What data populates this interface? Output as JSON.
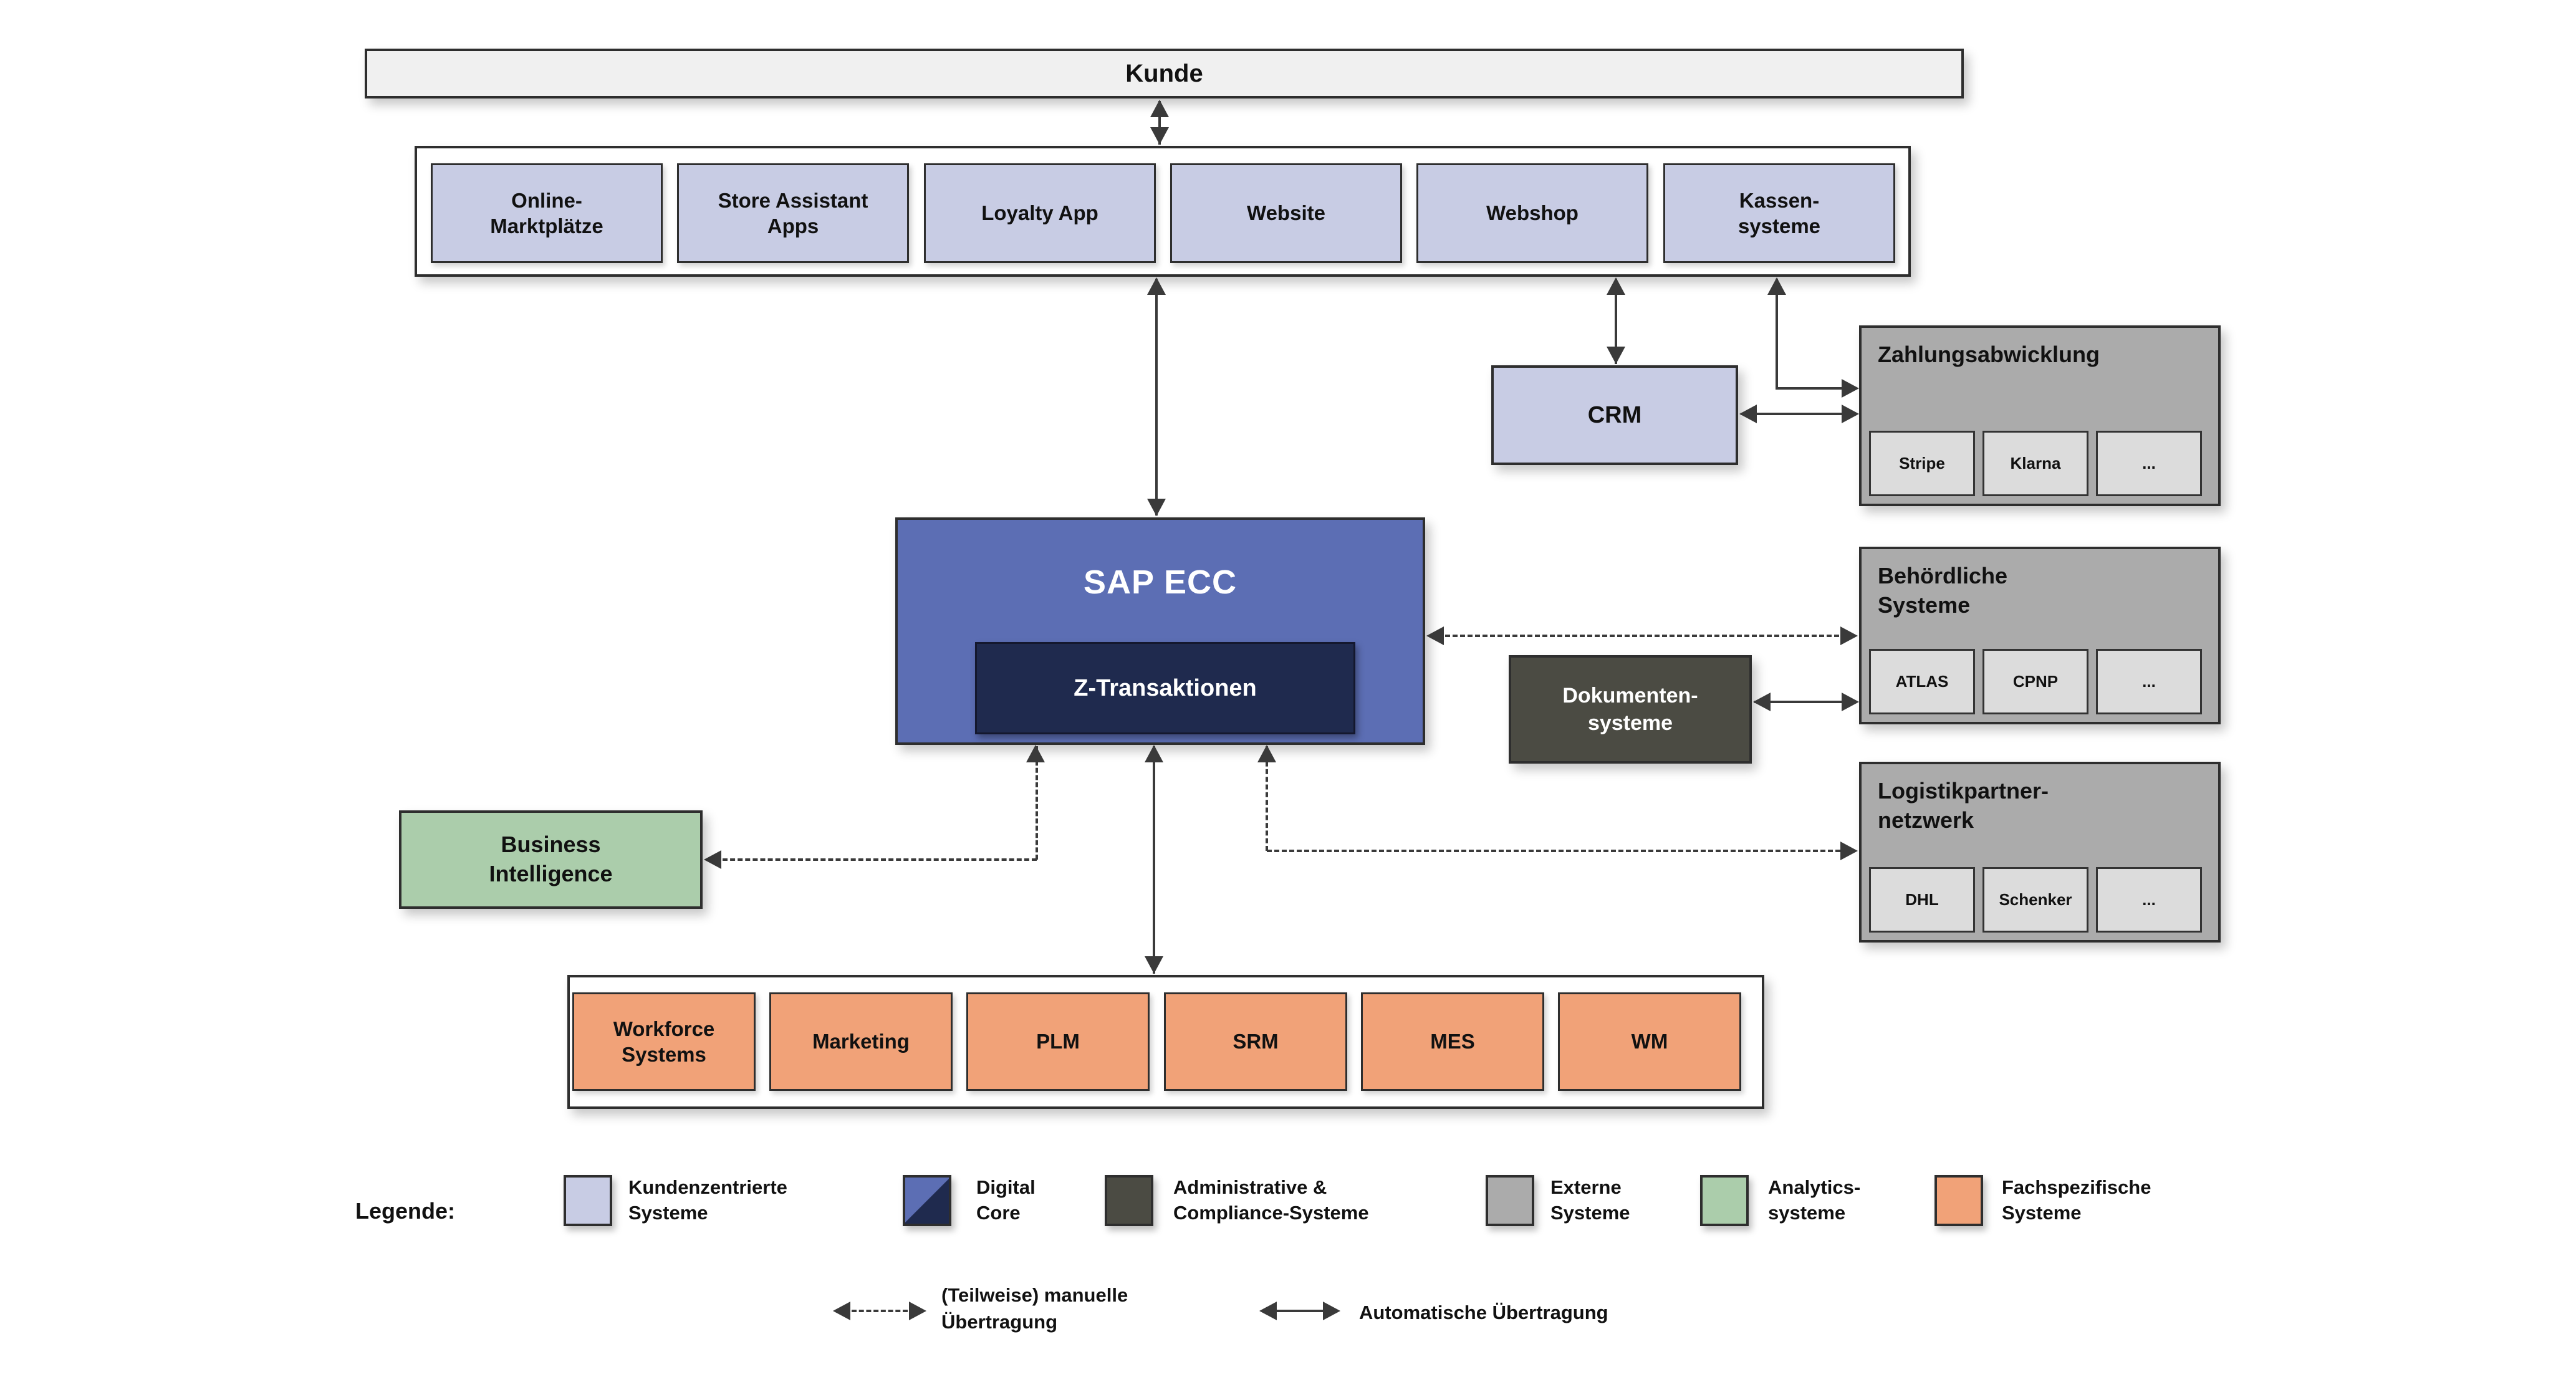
{
  "colors": {
    "line": "#3a3a3a",
    "border": "#2e2e2e",
    "kunde-bar": "#f0f0f0",
    "kundenzentriert": "#c8cce4",
    "digital-blue": "#5c6eb4",
    "digital-navy": "#1f2a4e",
    "admin-compliance": "#4b4b43",
    "extern-gray": "#ababab",
    "extern-sub": "#dcdcdc",
    "analytics-green": "#abcdab",
    "fachspezifisch-orange": "#f1a278"
  },
  "nodes": {
    "kunde": "Kunde",
    "customer_systems": [
      "Online-\nMarktplätze",
      "Store Assistant\nApps",
      "Loyalty App",
      "Website",
      "Webshop",
      "Kassen-\nsysteme"
    ],
    "crm": "CRM",
    "sap_ecc": "SAP ECC",
    "z_transaktionen": "Z-Transaktionen",
    "zahlungsabwicklung": {
      "title": "Zahlungsabwicklung",
      "items": [
        "Stripe",
        "Klarna",
        "..."
      ]
    },
    "behoerdliche_systeme": {
      "title": "Behördliche\nSysteme",
      "items": [
        "ATLAS",
        "CPNP",
        "..."
      ]
    },
    "logistikpartner_netzwerk": {
      "title": "Logistikpartner-\nnetzwerk",
      "items": [
        "DHL",
        "Schenker",
        "..."
      ]
    },
    "dokumenten_systeme": "Dokumenten-\nsysteme",
    "business_intelligence": "Business\nIntelligence",
    "fachspezifische_systeme": [
      "Workforce\nSystems",
      "Marketing",
      "PLM",
      "SRM",
      "MES",
      "WM"
    ]
  },
  "legend": {
    "title": "Legende:",
    "items": [
      {
        "label": "Kundenzentrierte\nSysteme"
      },
      {
        "label": "Digital\nCore"
      },
      {
        "label": "Administrative &\nCompliance-Systeme"
      },
      {
        "label": "Externe\nSysteme"
      },
      {
        "label": "Analytics-\nsysteme"
      },
      {
        "label": "Fachspezifische\nSysteme"
      }
    ],
    "arrow_items": [
      {
        "label": "(Teilweise) manuelle\nÜbertragung",
        "style": "dashed"
      },
      {
        "label": "Automatische Übertragung",
        "style": "solid"
      }
    ]
  }
}
